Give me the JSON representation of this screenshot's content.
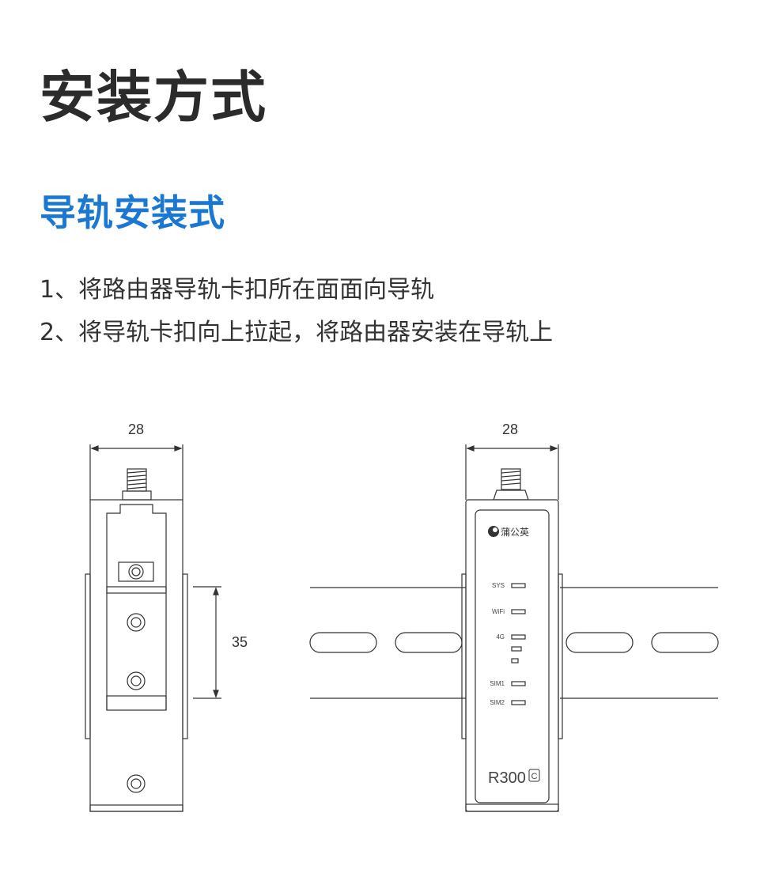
{
  "header": {
    "title": "安装方式",
    "subtitle": "导轨安装式",
    "accent_color": "#1a78d2"
  },
  "steps": [
    "1、将路由器导轨卡扣所在面面向导轨",
    "2、将导轨卡扣向上拉起，将路由器安装在导轨上"
  ],
  "diagram": {
    "side_view": {
      "width_label": "28",
      "rail_height_label": "35"
    },
    "front_view": {
      "width_label": "28",
      "brand": "蒲公英",
      "leds": [
        "SYS",
        "WiFi",
        "4G",
        "SIM1",
        "SIM2"
      ],
      "model": "R300",
      "model_suffix": "C"
    }
  }
}
